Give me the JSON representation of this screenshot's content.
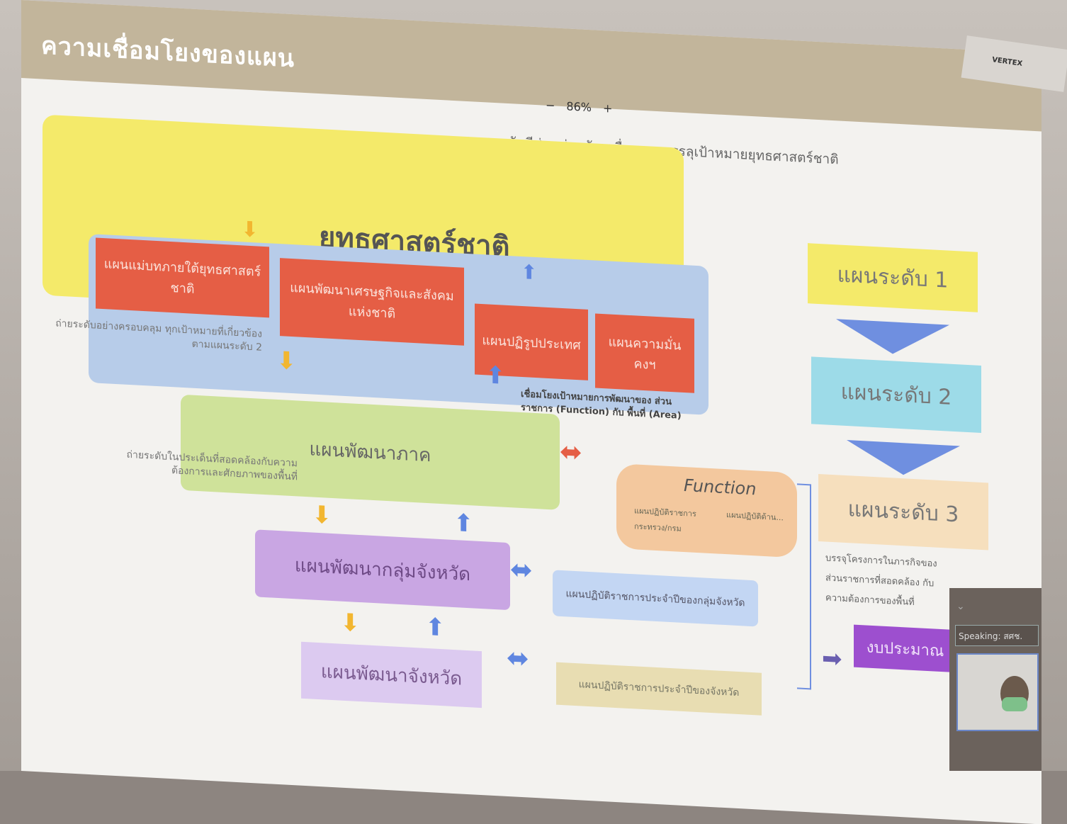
{
  "slide": {
    "title": "ความเชื่อมโยงของแผน",
    "subtitle": "แผนทุกระดับมีส่วนช่วยขับเคลื่อนการบรรลุเป้าหมายยุทธศาสตร์ชาติ"
  },
  "zoom": {
    "minus": "−",
    "value": "86%",
    "plus": "+"
  },
  "projector_brand": "VERTEX",
  "diagram": {
    "national_strategy": "ยุทธศาสตร์ชาติ",
    "level2_plans": [
      "แผนแม่บทภายใต้ยุทธศาสตร์ชาติ",
      "แผนพัฒนาเศรษฐกิจและสังคมแห่งชาติ",
      "แผนปฏิรูปประเทศ",
      "แผนความมั่นคงฯ"
    ],
    "note_cascade": "ถ่ายระดับอย่างครอบคลุม ทุกเป้าหมายที่เกี่ยวข้องตามแผนระดับ 2",
    "note_link": "เชื่อมโยงเป้าหมายการพัฒนาของ ส่วนราชการ (Function) กับ พื้นที่ (Area)",
    "regional": "แผนพัฒนาภาค",
    "function": {
      "title": "Function",
      "item1": "แผนปฏิบัติราชการ กระทรวง/กรม",
      "item2": "แผนปฏิบัติด้าน..."
    },
    "note_area": "ถ่ายระดับในประเด็นที่สอดคล้องกับความ ต้องการและศักยภาพของพื้นที่",
    "province_group": "แผนพัฒนากลุ่มจังหวัด",
    "province_group_action": "แผนปฏิบัติราชการประจำปีของกลุ่มจังหวัด",
    "province": "แผนพัฒนาจังหวัด",
    "province_action": "แผนปฏิบัติราชการประจำปีของจังหวัด",
    "levels": [
      "แผนระดับ 1",
      "แผนระดับ 2",
      "แผนระดับ 3"
    ],
    "level3_note": "บรรจุโครงการในภารกิจของ ส่วนราชการที่สอดคล้อง กับความต้องการของพื้นที่",
    "budget": "งบประมาณ"
  },
  "meeting": {
    "speaking": "Speaking: สศช."
  }
}
